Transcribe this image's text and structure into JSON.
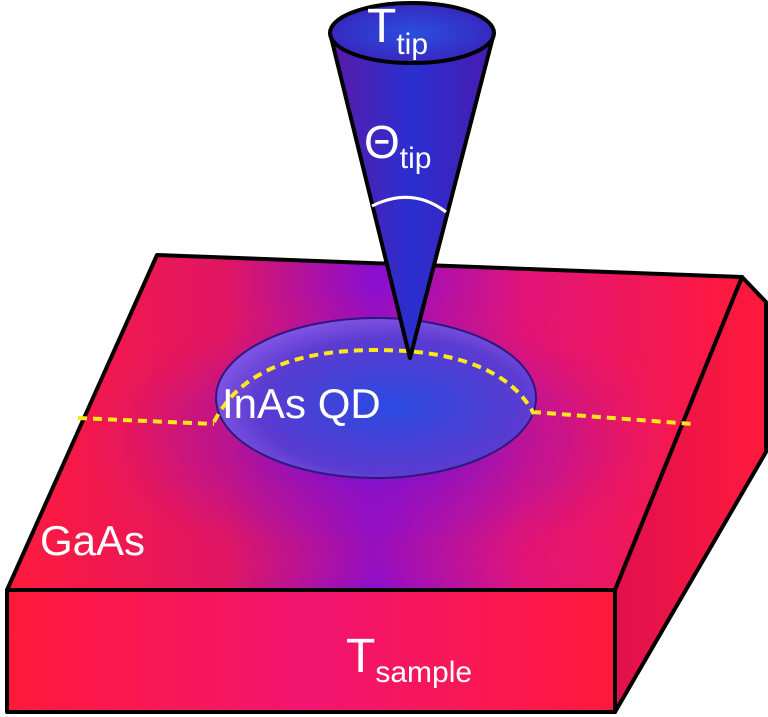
{
  "labels": {
    "t_tip_main": "T",
    "t_tip_sub": "tip",
    "theta_main": "Θ",
    "theta_sub": "tip",
    "qd": "InAs QD",
    "substrate": "GaAs",
    "t_sample_main": "T",
    "t_sample_sub": "sample"
  },
  "colors": {
    "substrate_red": "#ff1a3c",
    "substrate_center": "#8a0ed0",
    "tip_blue": "#2a2fd0",
    "tip_purple": "#5a1aa8",
    "qd_fill": "#5b3bd0",
    "dotted_line": "#ffe81a",
    "outline": "#000000",
    "text": "#ffffff"
  }
}
